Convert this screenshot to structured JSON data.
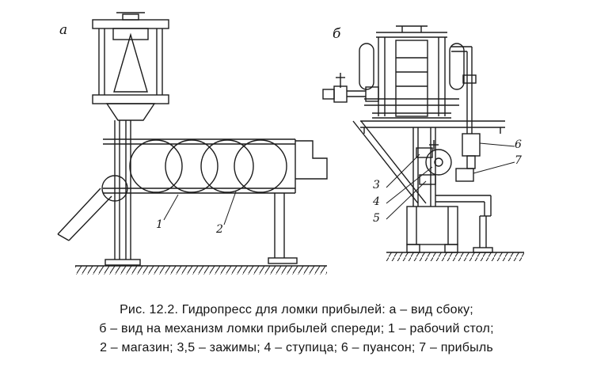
{
  "page": {
    "background": "#ffffff",
    "ink_color": "#1c1c1c"
  },
  "figure": {
    "views": [
      {
        "label": "а"
      },
      {
        "label": "б"
      }
    ],
    "callouts": [
      "1",
      "2",
      "3",
      "4",
      "5",
      "6",
      "7"
    ]
  },
  "caption": {
    "lines": [
      "Рис. 12.2. Гидропресс для ломки прибылей: а – вид сбоку;",
      "б – вид на механизм ломки прибылей спереди; 1 – рабочий стол;",
      "2 – магазин; 3,5 – зажимы; 4 – ступица; 6 – пуансон; 7 – прибыль"
    ]
  }
}
